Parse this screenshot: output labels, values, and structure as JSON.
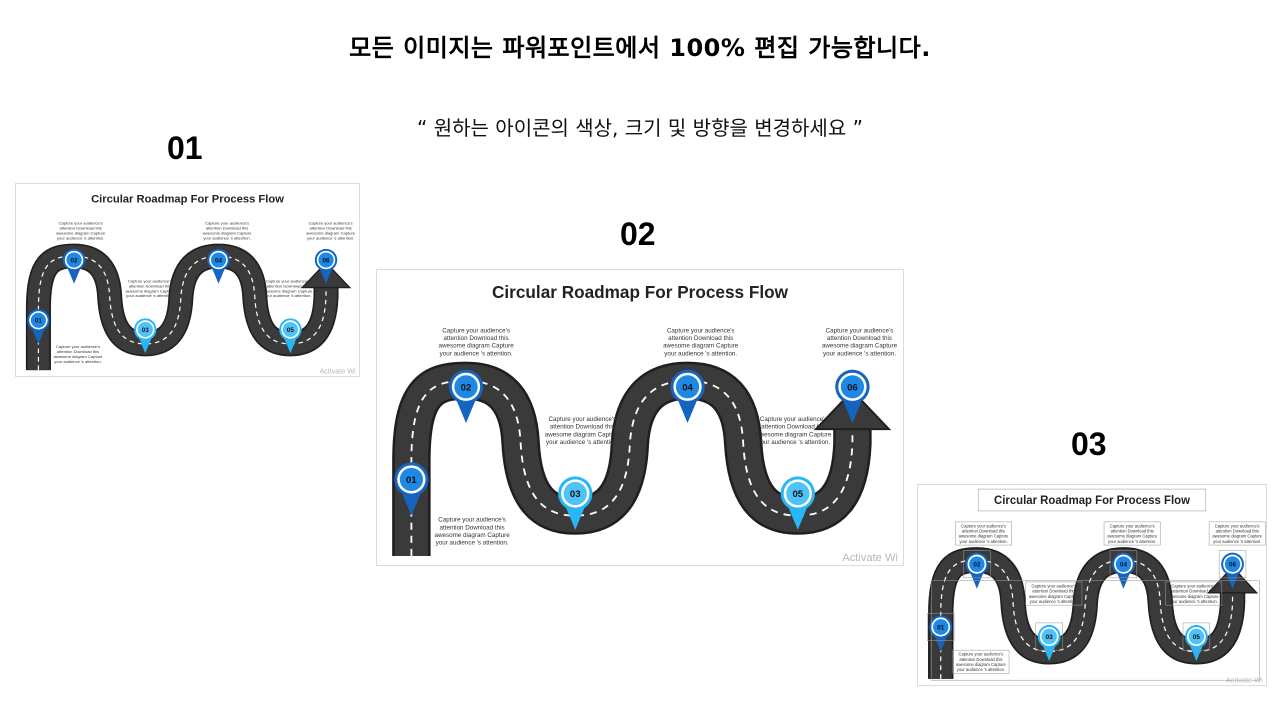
{
  "header": {
    "title": "모든 이미지는 파워포인트에서 100% 편집 가능합니다.",
    "subtitle": "“ 원하는 아이콘의 색상, 크기 및 방향을 변경하세요 ”"
  },
  "labels": [
    "01",
    "02",
    "03"
  ],
  "slide": {
    "title": "Circular Roadmap For Process Flow",
    "caption_lines": [
      "Capture your audience's",
      "attention Download this",
      "awesome diagram Capture",
      "your  audience 's attention."
    ],
    "watermark": "Activate Wi",
    "steps": [
      "01",
      "02",
      "03",
      "04",
      "05",
      "06"
    ]
  },
  "colors": {
    "road": "#3a3a3a",
    "road_edge": "#1f1f1f",
    "lane": "#ffffff",
    "pin_dark": "#1565c0",
    "pin_light": "#29b6f6",
    "pin_inner_dark": "#1e88e5",
    "pin_inner_light": "#4fc3f7"
  }
}
